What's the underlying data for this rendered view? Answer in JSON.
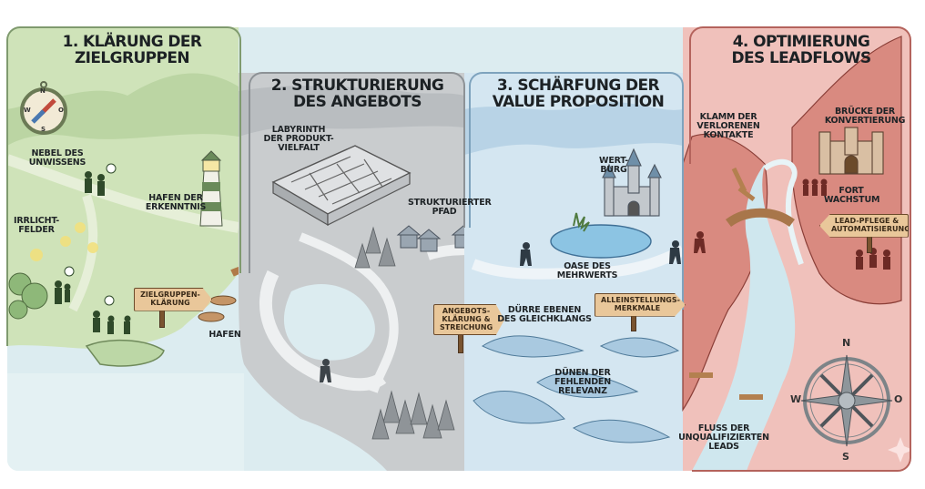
{
  "stages": [
    {
      "id": 1,
      "title": "1. KLÄRUNG DER\nZIELGRUPPEN",
      "theme_color": "#cfe3b9",
      "border_color": "#7f9a6e",
      "landmarks": [
        {
          "name": "nebel-des-unwissens",
          "label": "NEBEL DES\nUNWISSENS"
        },
        {
          "name": "irrlicht-felder",
          "label": "IRRLICHT-\nFELDER"
        },
        {
          "name": "hafen-der-erkenntnis",
          "label": "HAFEN DER\nERKENNTNIS"
        },
        {
          "name": "hafen",
          "label": "HAFEN"
        }
      ],
      "sign": "ZIELGRUPPEN-\nKLÄRUNG",
      "compass": {
        "n": "N",
        "o": "O",
        "s": "S",
        "w": "W"
      }
    },
    {
      "id": 2,
      "title": "2. STRUKTURIERUNG\nDES ANGEBOTS",
      "theme_color": "#d6d8da",
      "border_color": "#8d9296",
      "landmarks": [
        {
          "name": "labyrinth-der-produktvielfalt",
          "label": "LABYRINTH\nDER PRODUKT-\nVIELFALT"
        },
        {
          "name": "strukturierter-pfad",
          "label": "STRUKTURIERTER\nPFAD"
        }
      ],
      "sign": "ANGEBOTS-\nKLÄRUNG &\nSTREICHUNG"
    },
    {
      "id": 3,
      "title": "3. SCHÄRFUNG DER\nVALUE PROPOSITION",
      "theme_color": "#cfe3ef",
      "border_color": "#7ea3bd",
      "landmarks": [
        {
          "name": "wert-burg",
          "label": "WERT-\nBURG"
        },
        {
          "name": "oase-des-mehrwerts",
          "label": "OASE DES\nMEHRWERTS"
        },
        {
          "name": "duerre-ebenen",
          "label": "DÜRRE EBENEN\nDES GLEICHKLANGS"
        },
        {
          "name": "duenen-der-fehlenden-relevanz",
          "label": "DÜNEN DER\nFEHLENDEN\nRELEVANZ"
        }
      ],
      "sign": "ALLEINSTELLUNGS-\nMERKMALE"
    },
    {
      "id": 4,
      "title": "4. OPTIMIERUNG\nDES LEADFLOWS",
      "theme_color": "#f3c6c0",
      "border_color": "#b4635c",
      "landmarks": [
        {
          "name": "klamm-der-verlorenen-kontakte",
          "label": "KLAMM DER\nVERLORENEN\nKONTAKTE"
        },
        {
          "name": "bruecke-der-konvertierung",
          "label": "BRÜCKE DER\nKONVERTIERUNG"
        },
        {
          "name": "fort-wachstum",
          "label": "FORT\nWACHSTUM"
        },
        {
          "name": "fluss-der-unqualifizierten-leads",
          "label": "FLUSS DER\nUNQUALIFIZIERTEN\nLEADS"
        }
      ],
      "sign": "LEAD-PFLEGE &\nAUTOMATISIERUNG",
      "compass": {
        "n": "N",
        "o": "O",
        "s": "S",
        "w": "W"
      }
    }
  ]
}
